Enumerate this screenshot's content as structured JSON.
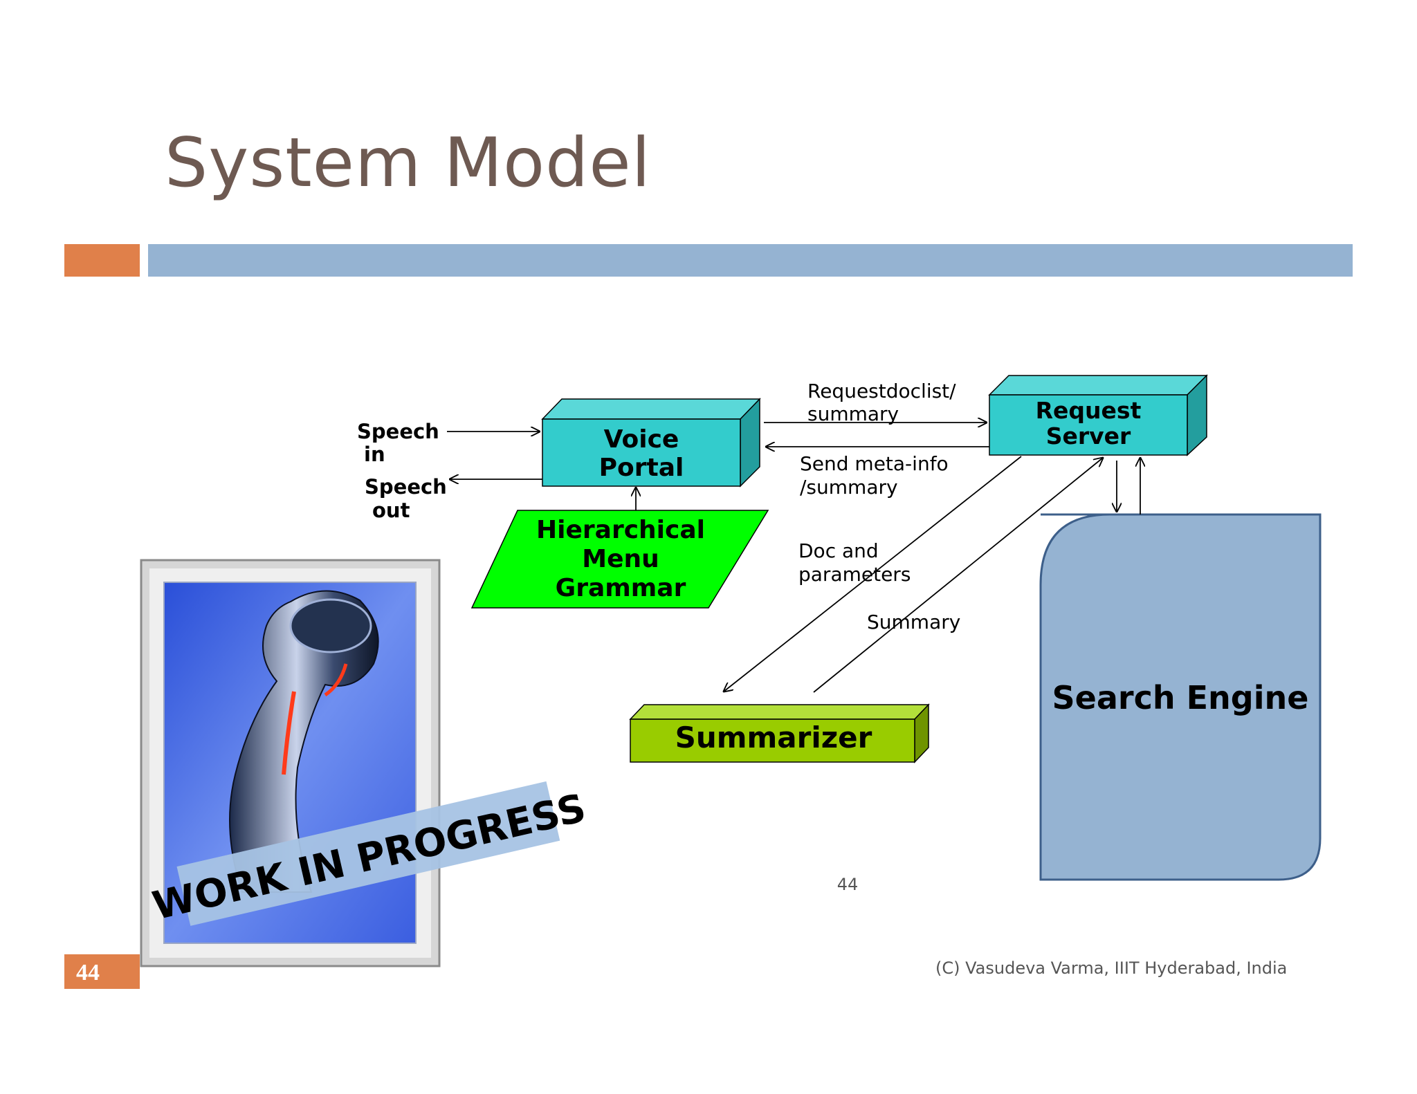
{
  "slide": {
    "title": "System Model",
    "number_box": "44",
    "page_number": "44",
    "footer": "(C) Vasudeva Varma, IIIT Hyderabad, India",
    "colors": {
      "title": "#6e5a52",
      "accent": "#e0804a",
      "bar": "#95b3d2"
    }
  },
  "diagram": {
    "speech_in": [
      "Speech",
      "in"
    ],
    "speech_out": [
      "Speech",
      "out"
    ],
    "voice_portal": [
      "Voice",
      "Portal"
    ],
    "grammar": [
      "Hierarchical",
      "Menu",
      "Grammar"
    ],
    "request_server": [
      "Request",
      "Server"
    ],
    "request_label": [
      "Requestdoclist/",
      "summary"
    ],
    "send_label": [
      "Send meta-info",
      "/summary"
    ],
    "doc_label": [
      "Doc and",
      "parameters"
    ],
    "summary_label": "Summary",
    "summarizer": "Summarizer",
    "search_engine": "Search Engine",
    "colors": {
      "cyan_box": "#33cccc",
      "green_grammar": "#00ff00",
      "summarizer": "#99cc00",
      "search_engine": "#95b3d2"
    }
  },
  "image": {
    "banner_text": "WORK IN PROGRESS",
    "icon": "hammer-icon"
  }
}
